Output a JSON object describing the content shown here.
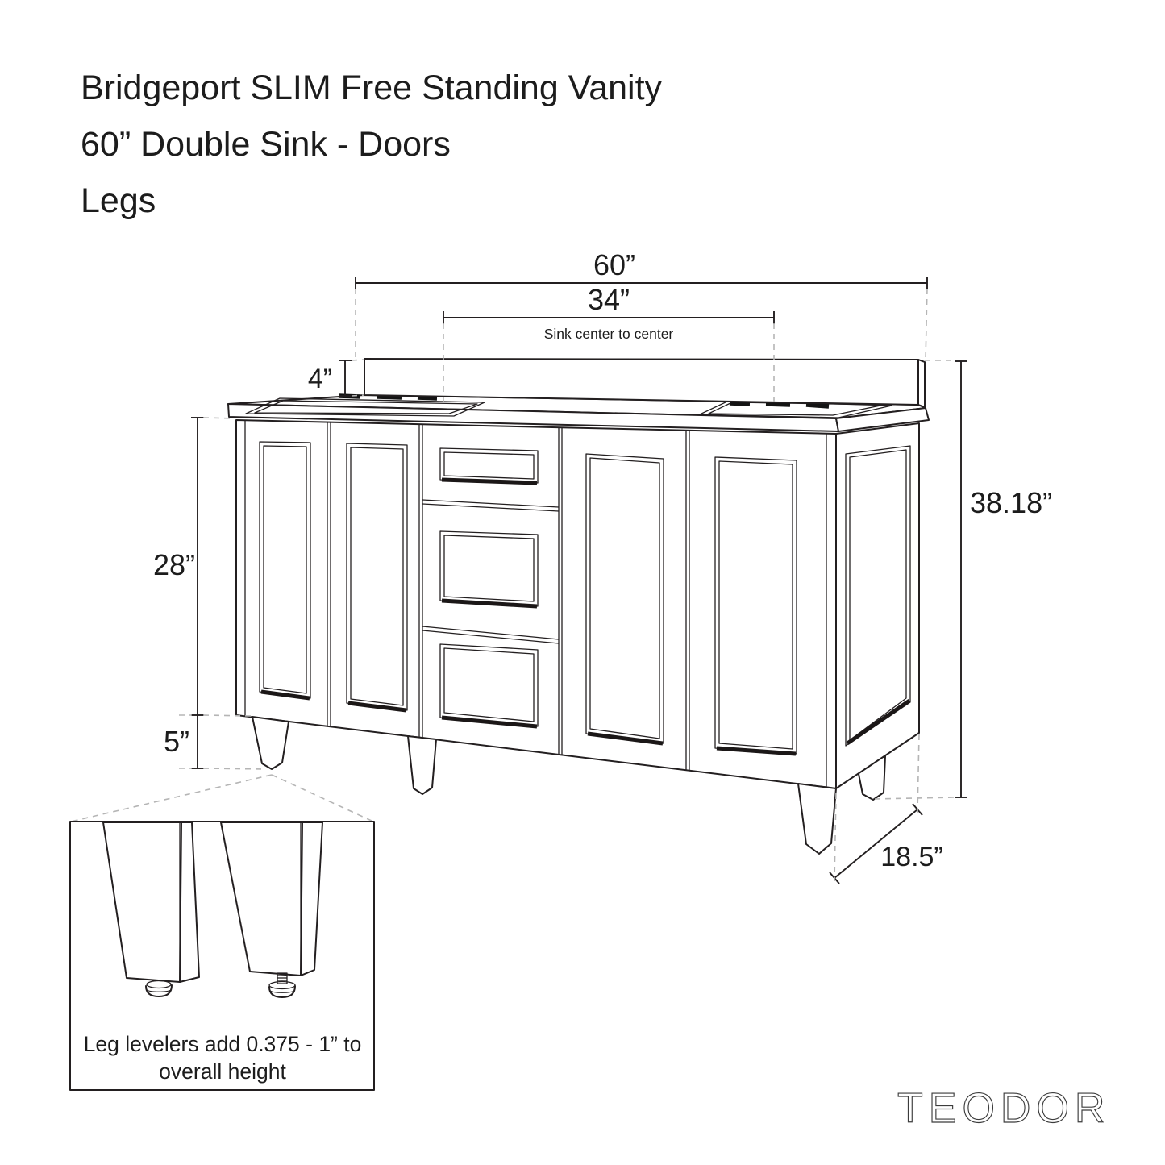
{
  "title": {
    "line1": "Bridgeport SLIM Free Standing Vanity",
    "line2": "60” Double Sink - Doors",
    "line3": "Legs"
  },
  "dimensions": {
    "width": "60”",
    "sink_spacing": "34”",
    "sink_spacing_note": "Sink center to center",
    "backsplash_height": "4”",
    "cabinet_height": "28”",
    "leg_height": "5”",
    "overall_height": "38.18”",
    "depth": "18.5”"
  },
  "inset_note": {
    "line1": "Leg levelers add 0.375 - 1” to",
    "line2": "overall height"
  },
  "brand": "TEODOR",
  "colors": {
    "line": "#231f20",
    "dash_line": "#b5b5b5",
    "background": "#ffffff",
    "logo": "#3c3c3c"
  }
}
